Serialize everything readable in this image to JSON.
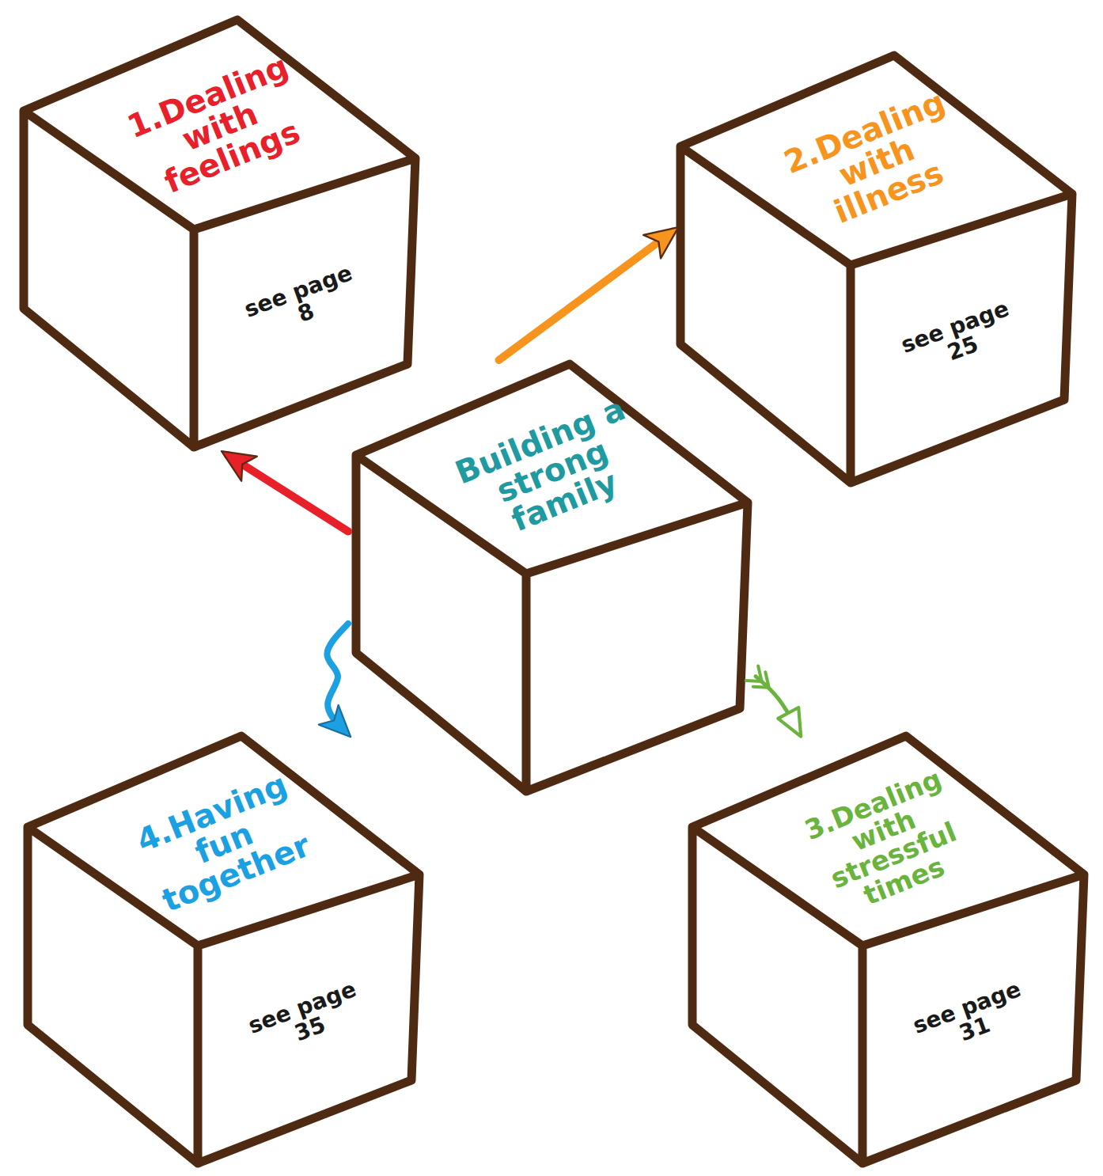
{
  "diagram": {
    "nodes": [
      {
        "text": [
          "1.Dealing with feelings",
          "see page 8"
        ]
      },
      {
        "text": [
          "2.Dealing with illness",
          "see page 25"
        ]
      },
      {
        "text": [
          "Building a strong family"
        ]
      },
      {
        "text": [
          "4.Having fun together",
          "see page 35"
        ]
      },
      {
        "text": [
          "3.Dealing with stressful times",
          "see page 31"
        ]
      }
    ],
    "edges": [
      {
        "from": 2,
        "to": 0,
        "arrow": "to"
      },
      {
        "from": 2,
        "to": 1,
        "arrow": "to"
      },
      {
        "from": 2,
        "to": 4,
        "arrow": "to"
      },
      {
        "from": 2,
        "to": 3,
        "arrow": "to"
      }
    ]
  }
}
